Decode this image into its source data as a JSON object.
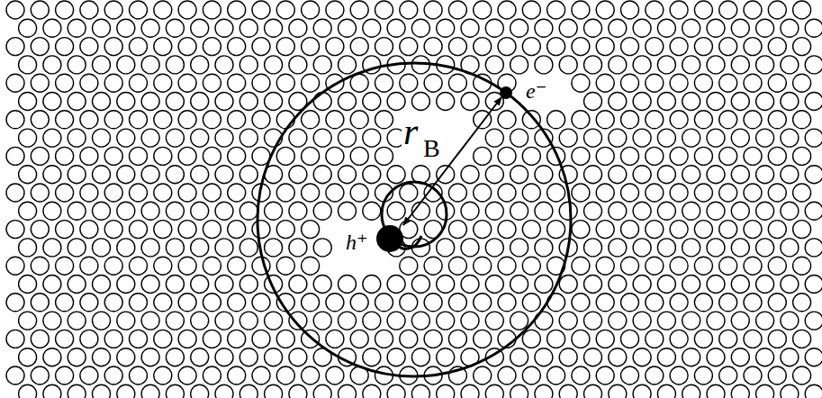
{
  "diagram": {
    "labels": [
      "r",
      "B",
      "e⁻",
      "h⁺"
    ]
  }
}
